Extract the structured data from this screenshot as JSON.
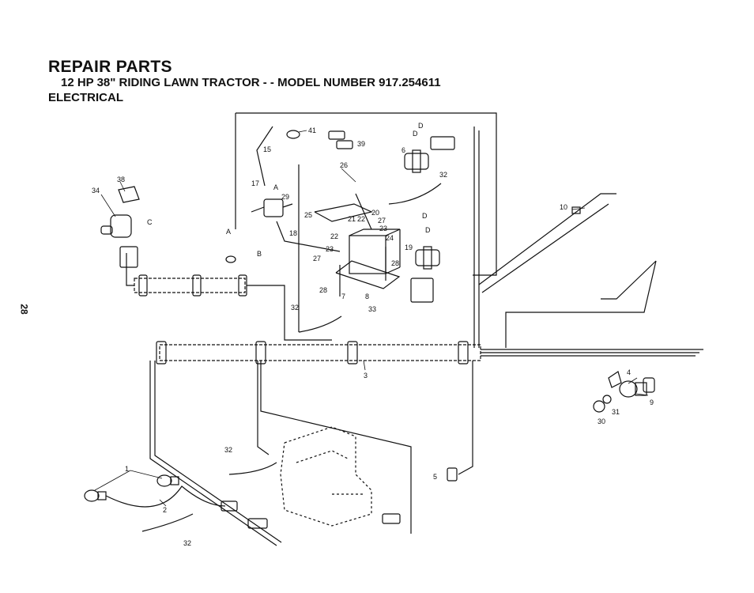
{
  "header": {
    "title": "REPAIR PARTS",
    "subtitle": "12 HP 38\" RIDING LAWN TRACTOR - - MODEL NUMBER 917.254611",
    "section": "ELECTRICAL"
  },
  "page_number": "28",
  "callouts": {
    "c41": "41",
    "c39": "39",
    "c15": "15",
    "c6": "6",
    "cD1": "D",
    "cD2": "D",
    "c32a": "32",
    "c26": "26",
    "c17": "17",
    "c29": "29",
    "c38": "38",
    "c34": "34",
    "cC": "C",
    "cA": "A",
    "cA2": "A",
    "c25": "25",
    "c20": "20",
    "c21": "21",
    "c22a": "22",
    "c27a": "27",
    "c23a": "23",
    "c22b": "22",
    "c24": "24",
    "c18": "18",
    "cB": "B",
    "c19": "19",
    "cD3": "D",
    "cD4": "D",
    "c27b": "27",
    "c23b": "23",
    "c28a": "28",
    "c28b": "28",
    "c7": "7",
    "c8": "8",
    "c33": "33",
    "c32b": "32",
    "c10": "10",
    "c3": "3",
    "c4": "4",
    "c9": "9",
    "c31": "31",
    "c30": "30",
    "c32c": "32",
    "c5": "5",
    "c1": "1",
    "c2": "2",
    "c32d": "32"
  }
}
